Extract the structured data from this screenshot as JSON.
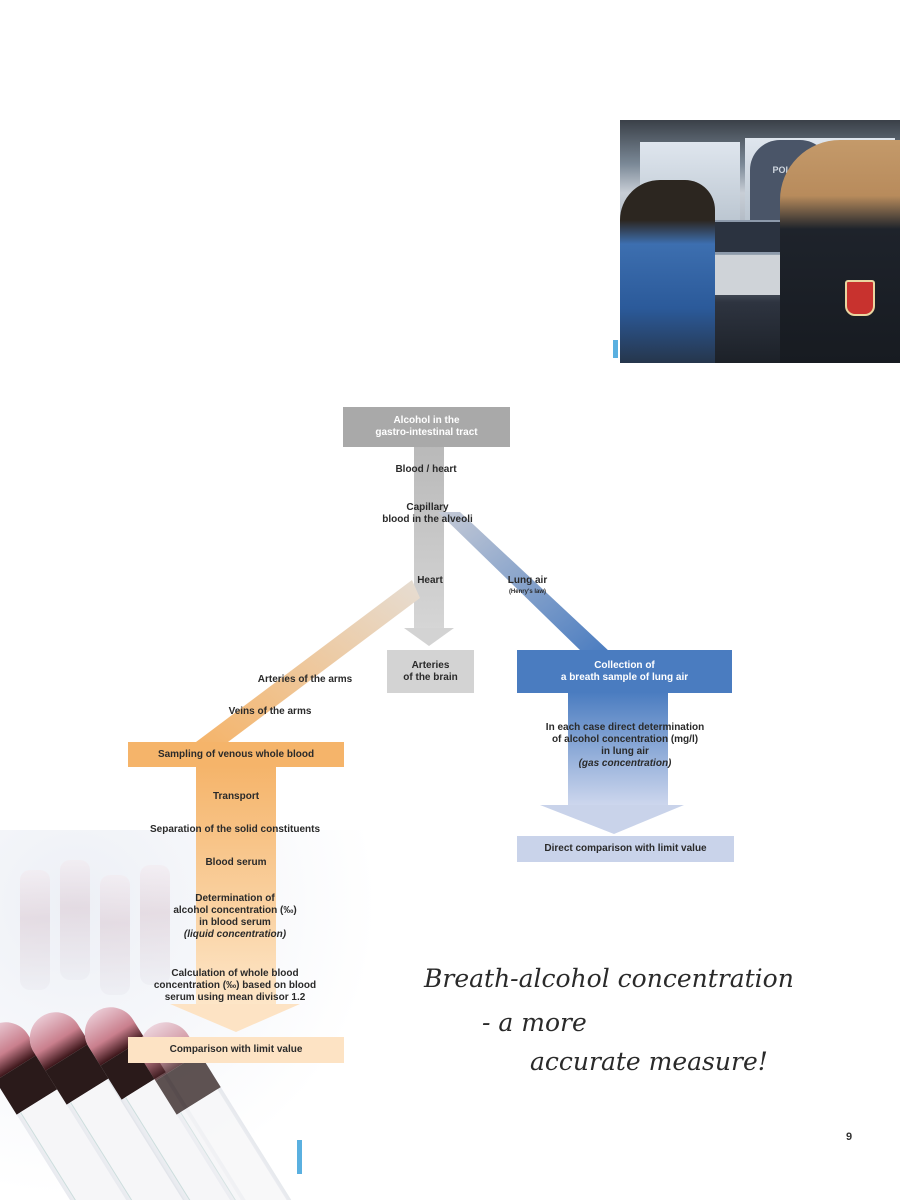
{
  "photo": {
    "description": "Police officer administering a breath-alcohol test to a man in a van",
    "vest_text": "POLIZEI"
  },
  "diagram": {
    "colors": {
      "gray": "#a9a9a9",
      "light_gray": "#d3d3d3",
      "orange": "#f5b46a",
      "light_orange": "#fde3c4",
      "blue": "#4a7cc0",
      "light_blue": "#c9d3ea"
    },
    "top_box": "Alcohol in the gastro-intestinal tract",
    "top_box_lines": [
      "Alcohol in the",
      "gastro-intestinal tract"
    ],
    "blood_heart": "Blood / heart",
    "capillary_lines": [
      "Capillary",
      "blood in the alveoli"
    ],
    "heart": "Heart",
    "lung_air": "Lung air",
    "henrys_law": "(Henry's law)",
    "arteries_brain_lines": [
      "Arteries",
      "of the brain"
    ],
    "arteries_arms": "Arteries of the arms",
    "veins_arms": "Veins of the arms",
    "blood_path": {
      "sampling_box": "Sampling of venous whole blood",
      "transport": "Transport",
      "separation": "Separation of the solid constituents",
      "blood_serum": "Blood serum",
      "determination_lines": [
        "Determination of",
        "alcohol concentration (‰)",
        "in blood serum"
      ],
      "liquid_concentration": "(liquid concentration)",
      "calculation_lines": [
        "Calculation of whole blood",
        "concentration (‰) based on blood",
        "serum using mean divisor 1.2"
      ],
      "comparison_box": "Comparison with limit value"
    },
    "breath_path": {
      "collection_box_lines": [
        "Collection of",
        "a breath sample of lung air"
      ],
      "determination_lines": [
        "In each case direct determination",
        "of alcohol concentration (mg/l)",
        "in lung air"
      ],
      "gas_concentration": "(gas concentration)",
      "comparison_box": "Direct comparison with limit value"
    }
  },
  "slogan": {
    "line1": "Breath-alcohol concentration",
    "line2": "- a more",
    "line3": "accurate measure!"
  },
  "page_number": "9"
}
